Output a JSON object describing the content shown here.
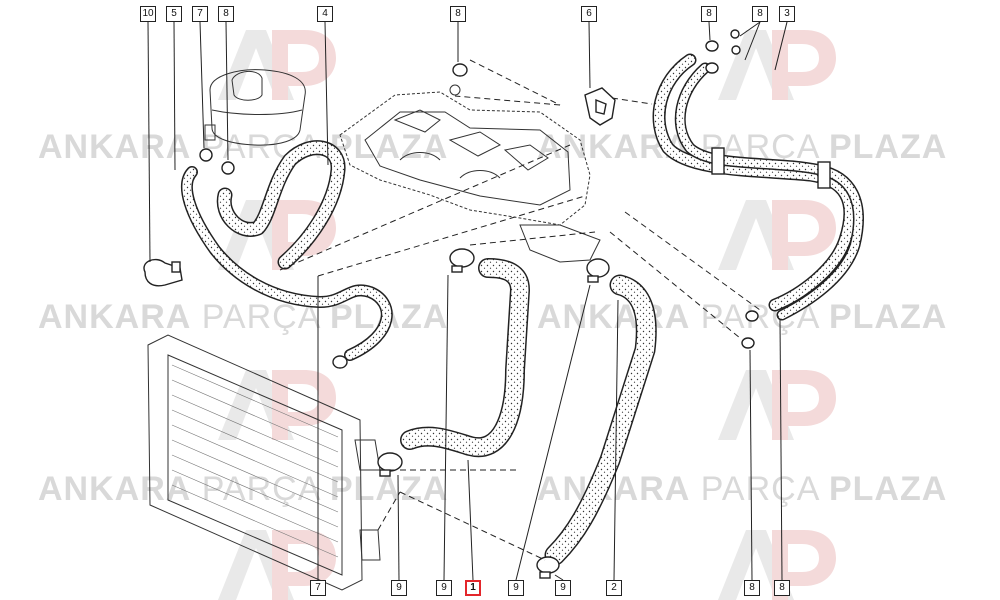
{
  "watermark": {
    "word_bold_1": "ANKARA",
    "word_light": "PARÇA",
    "word_bold_2": "PLAZA"
  },
  "callouts": {
    "top_10": "10",
    "top_5": "5",
    "top_7": "7",
    "top_8a": "8",
    "top_4": "4",
    "top_8b": "8",
    "top_6": "6",
    "top_8c": "8",
    "top_8d": "8",
    "top_3": "3",
    "bottom_7": "7",
    "bottom_9a": "9",
    "bottom_9b": "9",
    "bottom_1": "1",
    "bottom_9c": "9",
    "bottom_9d": "9",
    "bottom_2": "2",
    "bottom_8a": "8",
    "bottom_8b": "8"
  },
  "colors": {
    "watermark": "#d9d9d9",
    "highlight": "#e3262b",
    "line": "#222222"
  }
}
